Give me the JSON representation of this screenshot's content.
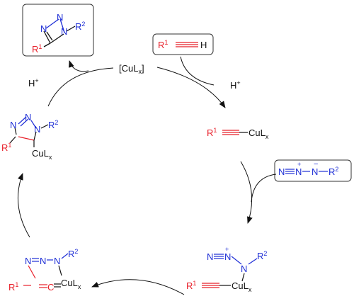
{
  "colors": {
    "red": "#e8202a",
    "blue": "#1f2fd6",
    "black": "#111111",
    "box": "#333333"
  },
  "labels": {
    "catalyst": "[CuLx]",
    "catalyst_main": "[CuL",
    "catalyst_sub": "x",
    "catalyst_close": "]",
    "proton": "H",
    "plus": "+",
    "minus": "−",
    "R": "R",
    "one": "1",
    "two": "2",
    "N": "N",
    "H": "H",
    "C": "C",
    "CuL": "CuL",
    "x": "x"
  },
  "species": {
    "product": "1,4-disubstituted triazole product",
    "alkyne": "terminal alkyne R1–C≡C–H",
    "acetylide": "copper acetylide R1–C≡C–CuLx",
    "azide": "organic azide N≡N(+)–N(−)–R2",
    "azide_complex": "azide–acetylide copper complex",
    "metallacycle": "six-membered copper metallacycle",
    "triazolide": "copper triazolide"
  }
}
